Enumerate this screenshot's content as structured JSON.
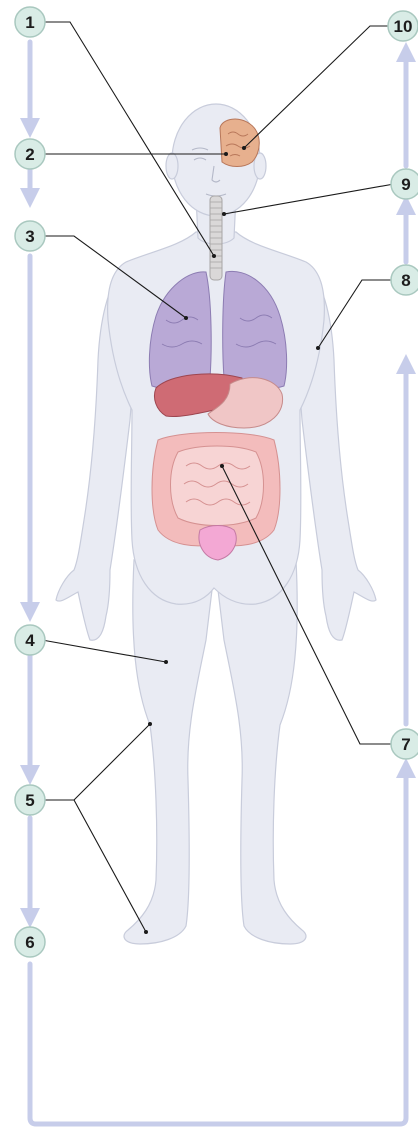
{
  "labels": {
    "l1": "1",
    "l2": "2",
    "l3": "3",
    "l4": "4",
    "l5": "5",
    "l6": "6",
    "l7": "7",
    "l8": "8",
    "l9": "9",
    "l10": "10"
  },
  "colors": {
    "flow_arrow": "#c7cdea",
    "badge_fill": "#d9ece6",
    "badge_edge": "#a9c8bf",
    "body_fill": "#e9ebf3",
    "body_edge": "#c8ccdb",
    "lungs": "#b9a9d6",
    "liver": "#cf6b74",
    "stomach": "#f0c6c6",
    "intestines": "#f3bcbc",
    "bladder": "#f3a8d4",
    "brain": "#e7b08e",
    "trachea": "#dad8d8",
    "leader_line": "#1a1a1a"
  }
}
